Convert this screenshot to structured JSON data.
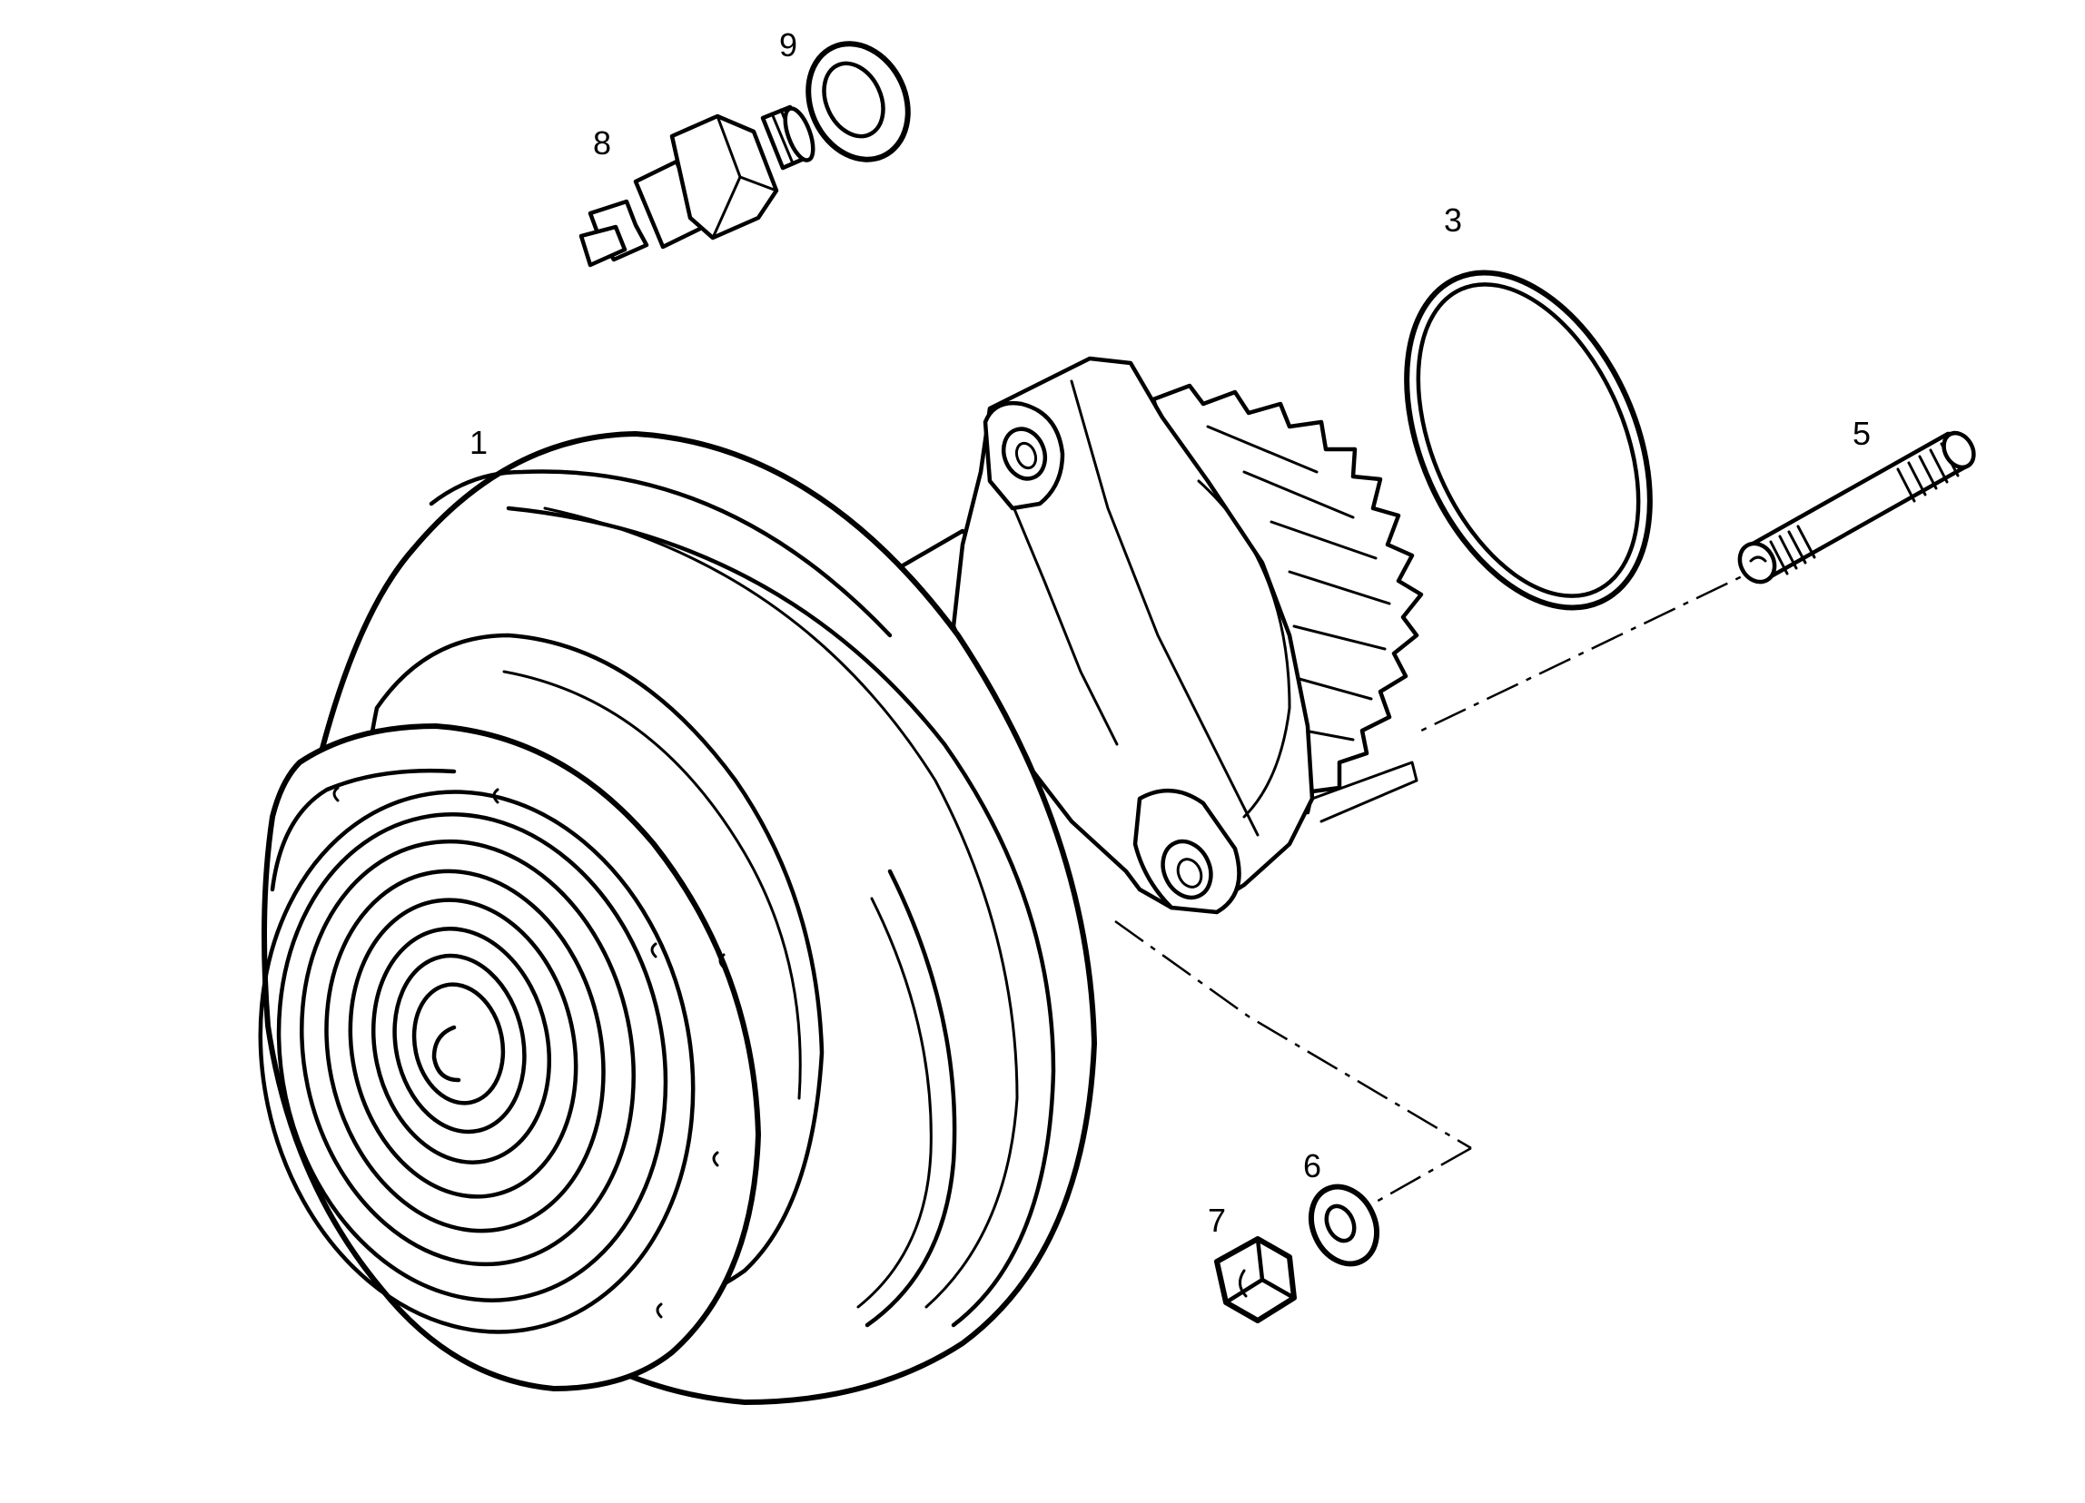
{
  "diagram": {
    "type": "exploded-parts-view",
    "colors": {
      "line": "#000000",
      "background": "#ffffff"
    },
    "parts": [
      {
        "id": "part-1",
        "label": "1"
      },
      {
        "id": "part-3",
        "label": "3"
      },
      {
        "id": "part-5",
        "label": "5"
      },
      {
        "id": "part-6",
        "label": "6"
      },
      {
        "id": "part-7",
        "label": "7"
      },
      {
        "id": "part-8",
        "label": "8"
      },
      {
        "id": "part-9",
        "label": "9"
      }
    ]
  }
}
